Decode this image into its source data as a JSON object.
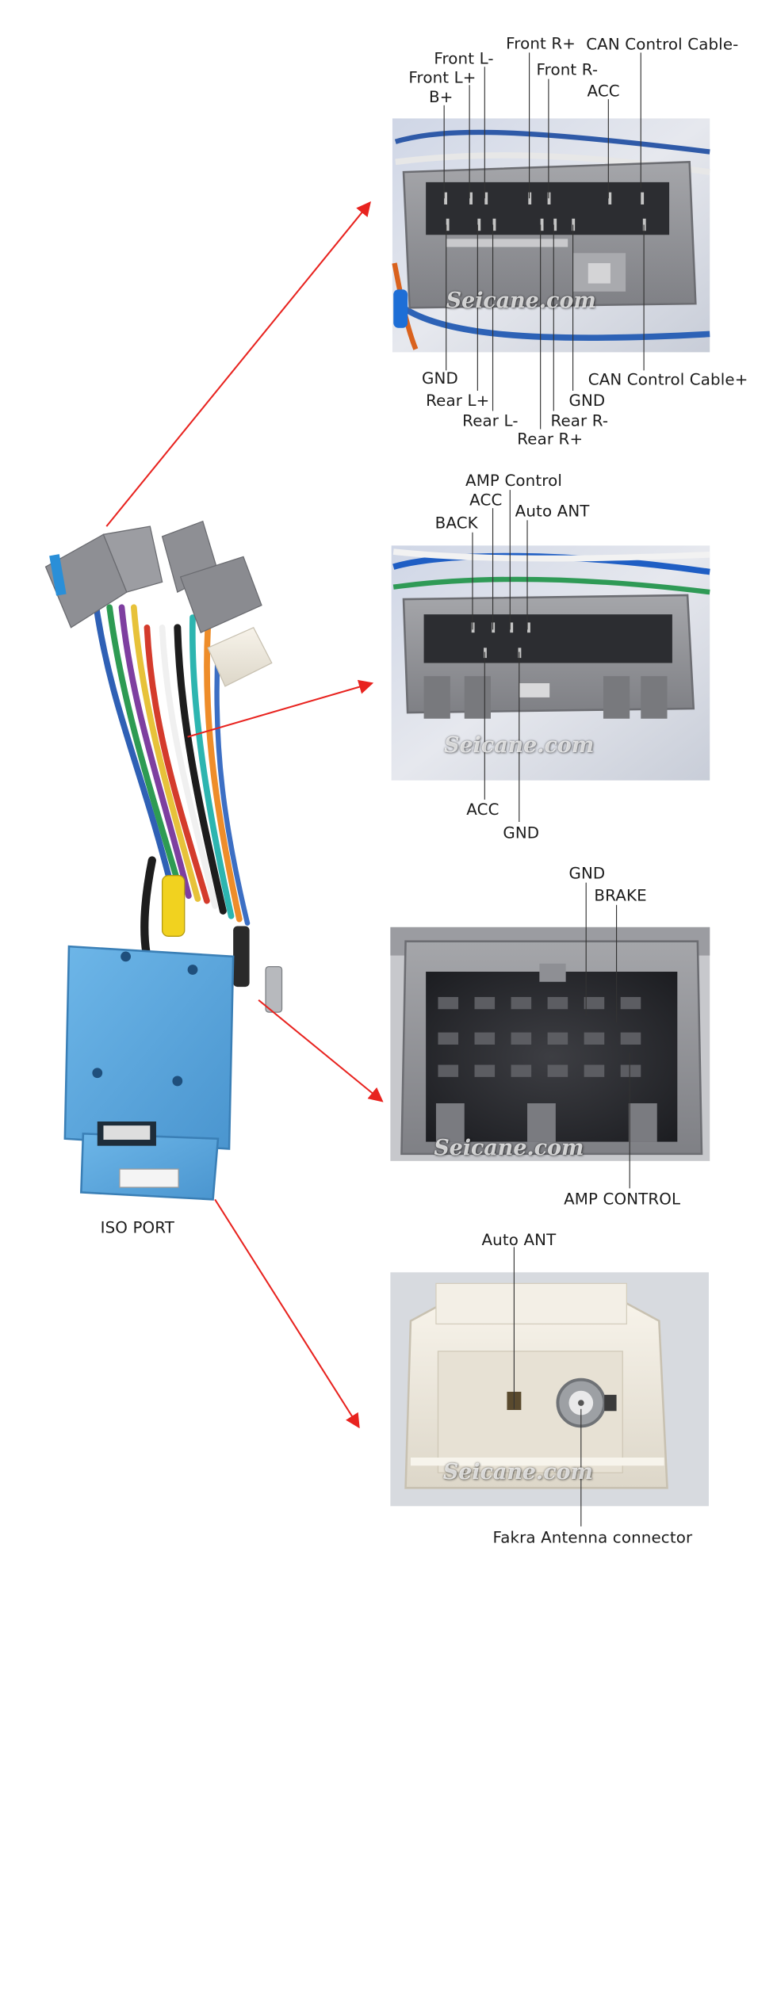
{
  "colors": {
    "arrow": "#e8231f",
    "leader": "#333333",
    "housing_gray": "#8f9094",
    "housing_white": "#efeae0",
    "box_blue": "#5aa6dc"
  },
  "watermark": "Seicane.com",
  "left": {
    "iso_port_label": "ISO PORT"
  },
  "panels": [
    {
      "id": "connector-1",
      "labels": {
        "front_l_minus": "Front L-",
        "front_l_plus": "Front L+",
        "b_plus": "B+",
        "front_r_plus": "Front R+",
        "front_r_minus": "Front R-",
        "can_cable_minus": "CAN Control Cable-",
        "acc": "ACC",
        "gnd_left": "GND",
        "rear_l_plus": "Rear L+",
        "rear_l_minus": "Rear L-",
        "rear_r_plus": "Rear R+",
        "rear_r_minus": "Rear R-",
        "gnd_right": "GND",
        "can_cable_plus": "CAN Control Cable+"
      }
    },
    {
      "id": "connector-2",
      "labels": {
        "amp_control": "AMP Control",
        "acc_top": "ACC",
        "back": "BACK",
        "auto_ant": "Auto ANT",
        "acc_bottom": "ACC",
        "gnd": "GND"
      }
    },
    {
      "id": "connector-3",
      "labels": {
        "gnd": "GND",
        "brake": "BRAKE",
        "amp_control": "AMP CONTROL"
      }
    },
    {
      "id": "connector-4",
      "labels": {
        "auto_ant": "Auto ANT",
        "fakra": "Fakra  Antenna connector"
      }
    }
  ]
}
